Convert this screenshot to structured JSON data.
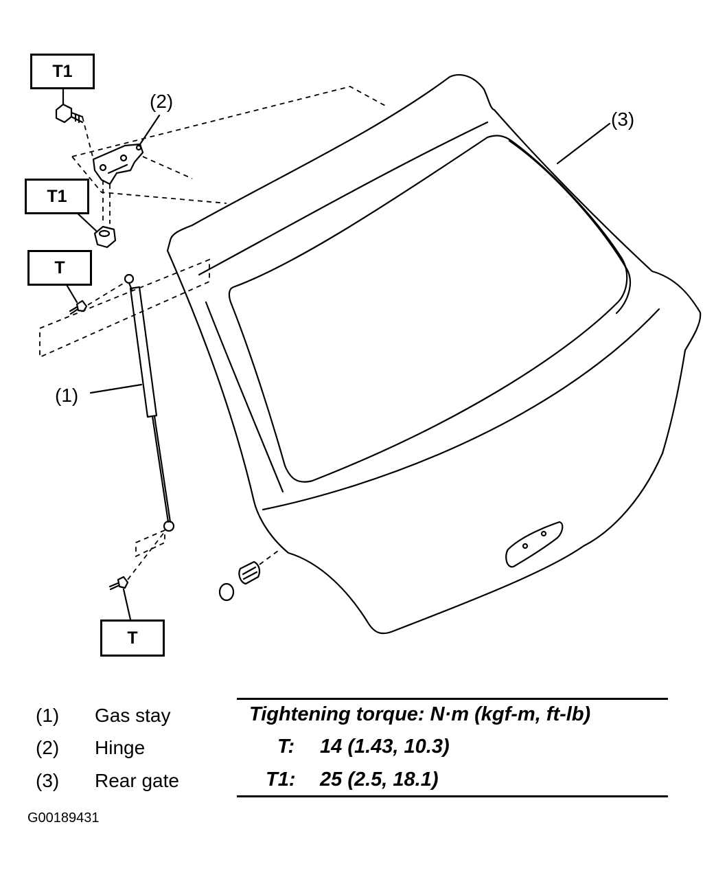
{
  "callouts": {
    "gas_stay": "(1)",
    "hinge": "(2)",
    "rear_gate": "(3)"
  },
  "torque_boxes": {
    "hinge_bolt": "T1",
    "hinge_nut": "T1",
    "stay_upper_bolt": "T",
    "stay_lower_bolt": "T"
  },
  "legend": [
    {
      "num": "(1)",
      "name": "Gas stay"
    },
    {
      "num": "(2)",
      "name": "Hinge"
    },
    {
      "num": "(3)",
      "name": "Rear gate"
    }
  ],
  "spec": {
    "title": "Tightening torque: N·m (kgf-m, ft-lb)",
    "rows": [
      {
        "key": "T:",
        "value": "14 (1.43, 10.3)"
      },
      {
        "key": "T1:",
        "value": "25 (2.5, 18.1)"
      }
    ]
  },
  "figure_id": "G00189431"
}
